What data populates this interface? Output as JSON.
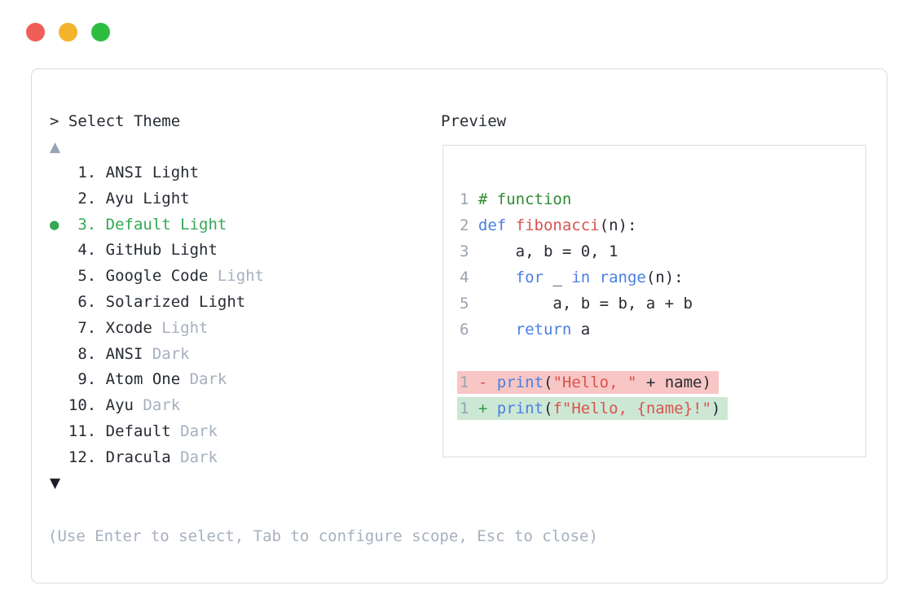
{
  "window_controls": {
    "close_color": "#f05f57",
    "minimize_color": "#f3b32b",
    "zoom_color": "#2dbe41"
  },
  "selector": {
    "prompt": "> Select Theme",
    "scroll_up": "▲",
    "scroll_down": "▼",
    "selected_indicator": "●",
    "help_text": "(Use Enter to select, Tab to configure scope, Esc to close)",
    "items": [
      {
        "num": "1",
        "label": "ANSI Light",
        "muted": "",
        "selected": false
      },
      {
        "num": "2",
        "label": "Ayu Light",
        "muted": "",
        "selected": false
      },
      {
        "num": "3",
        "label": "Default Light",
        "muted": "",
        "selected": true
      },
      {
        "num": "4",
        "label": "GitHub Light",
        "muted": "",
        "selected": false
      },
      {
        "num": "5",
        "label": "Google Code",
        "muted": "Light",
        "selected": false
      },
      {
        "num": "6",
        "label": "Solarized Light",
        "muted": "",
        "selected": false
      },
      {
        "num": "7",
        "label": "Xcode",
        "muted": "Light",
        "selected": false
      },
      {
        "num": "8",
        "label": "ANSI",
        "muted": "Dark",
        "selected": false
      },
      {
        "num": "9",
        "label": "Atom One",
        "muted": "Dark",
        "selected": false
      },
      {
        "num": "10",
        "label": "Ayu",
        "muted": "Dark",
        "selected": false
      },
      {
        "num": "11",
        "label": "Default",
        "muted": "Dark",
        "selected": false
      },
      {
        "num": "12",
        "label": "Dracula",
        "muted": "Dark",
        "selected": false
      }
    ]
  },
  "preview": {
    "title": "Preview",
    "code": [
      {
        "num": "1",
        "tokens": [
          [
            "comment",
            "# function"
          ]
        ]
      },
      {
        "num": "2",
        "tokens": [
          [
            "keyword",
            "def"
          ],
          [
            "plain",
            " "
          ],
          [
            "func",
            "fibonacci"
          ],
          [
            "plain",
            "(n):"
          ]
        ]
      },
      {
        "num": "3",
        "tokens": [
          [
            "plain",
            "    a, b = 0, 1"
          ]
        ]
      },
      {
        "num": "4",
        "tokens": [
          [
            "plain",
            "    "
          ],
          [
            "keyword",
            "for"
          ],
          [
            "plain",
            " _ "
          ],
          [
            "keyword",
            "in"
          ],
          [
            "plain",
            " "
          ],
          [
            "keyword",
            "range"
          ],
          [
            "plain",
            "(n):"
          ]
        ]
      },
      {
        "num": "5",
        "tokens": [
          [
            "plain",
            "        a, b = b, a + b"
          ]
        ]
      },
      {
        "num": "6",
        "tokens": [
          [
            "plain",
            "    "
          ],
          [
            "keyword",
            "return"
          ],
          [
            "plain",
            " a"
          ]
        ]
      }
    ],
    "diff": [
      {
        "num": "1",
        "sign": "-",
        "kind": "removed",
        "tokens": [
          [
            "keyword",
            "print"
          ],
          [
            "plain",
            "("
          ],
          [
            "string",
            "\"Hello, \""
          ],
          [
            "plain",
            " + name)"
          ]
        ]
      },
      {
        "num": "1",
        "sign": "+",
        "kind": "added",
        "tokens": [
          [
            "keyword",
            "print"
          ],
          [
            "plain",
            "("
          ],
          [
            "string",
            "f\"Hello, {name}!\""
          ],
          [
            "plain",
            ")"
          ]
        ]
      }
    ]
  },
  "colors": {
    "text": "#262b33",
    "muted_text": "#a6b0bf",
    "selected_green": "#34a853",
    "comment_green": "#2e8b2e",
    "keyword_blue": "#4a7fe3",
    "string_red": "#d9534f",
    "diff_plus_green": "#2e9e44",
    "removed_bg": "#f8c6c4",
    "added_bg": "#cce8d4",
    "line_number_gray": "#9aa3b0",
    "border_gray": "#d6dae2"
  }
}
